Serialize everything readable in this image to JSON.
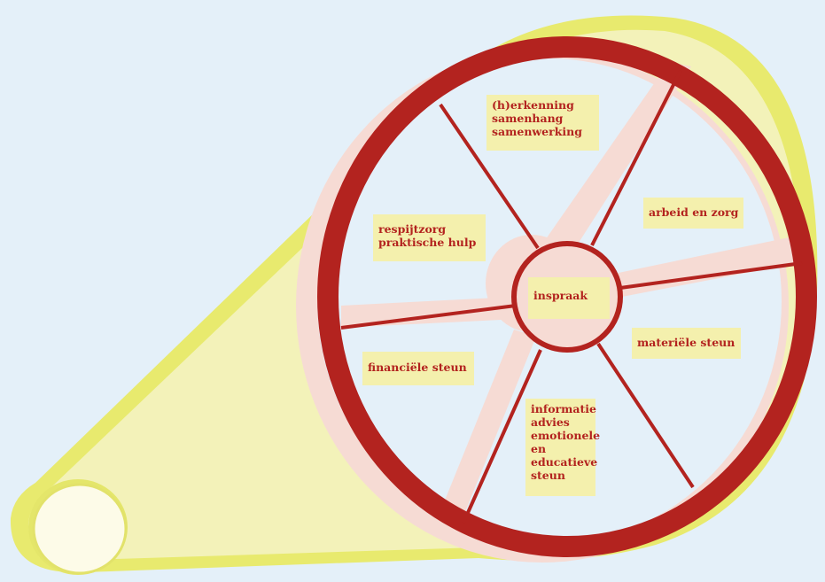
{
  "diagram": {
    "colors": {
      "background": "#e4f0f9",
      "belt": "#e4e66a",
      "belt_highlight": "#f2f1b2",
      "wheel": "#b3231f",
      "wheel_shadow": "#f6dbd4",
      "label_bg": "#f4f0ad",
      "label_text": "#b3231f",
      "pulley": "#fdfbe8"
    },
    "hub": {
      "label": "inspraak"
    },
    "segments": [
      {
        "lines": [
          "(h)erkenning",
          "samenhang",
          "samenwerking"
        ]
      },
      {
        "lines": [
          "arbeid en zorg"
        ]
      },
      {
        "lines": [
          "materiële steun"
        ]
      },
      {
        "lines": [
          "informatie",
          "advies",
          "emotionele",
          "en",
          "educatieve",
          "steun"
        ]
      },
      {
        "lines": [
          "financiële steun"
        ]
      },
      {
        "lines": [
          "respijtzorg",
          "praktische hulp"
        ]
      }
    ]
  }
}
